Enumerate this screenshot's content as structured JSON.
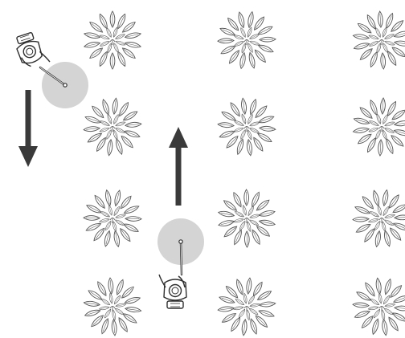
{
  "colors": {
    "background": "#ffffff",
    "plant_outline": "#5a5a5a",
    "arrow": "#3a3a3a",
    "spray_zone": "#d4d4d4",
    "worker_outline": "#2e2e2e"
  },
  "plants": {
    "icon": "shrub-icon",
    "columns": 3,
    "rows": 4
  },
  "workers": [
    {
      "icon": "sprayer-worker-icon",
      "direction": "down"
    },
    {
      "icon": "sprayer-worker-icon",
      "direction": "up"
    }
  ],
  "arrows": [
    {
      "icon": "arrow-down-icon"
    },
    {
      "icon": "arrow-up-icon"
    }
  ]
}
